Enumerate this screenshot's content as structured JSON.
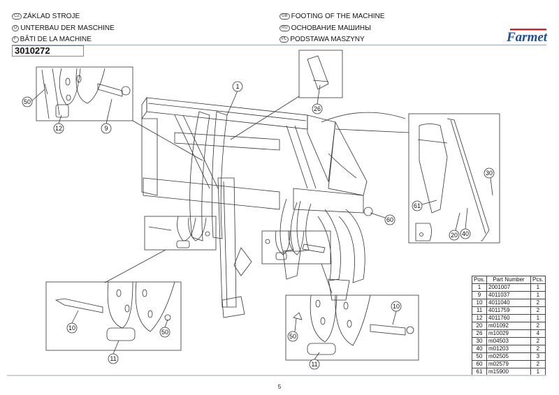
{
  "header": {
    "titles": [
      {
        "lang": "CZ",
        "text": "ZÁKLAD STROJE"
      },
      {
        "lang": "D",
        "text": "UNTERBAU DER MASCHINE"
      },
      {
        "lang": "F",
        "text": "BÂTI DE LA MACHINE"
      },
      {
        "lang": "GB",
        "text": "FOOTING OF THE MACHINE"
      },
      {
        "lang": "RU",
        "text": "ОСНОВАНИЕ МАШИНЫ"
      },
      {
        "lang": "PL",
        "text": "PODSTAWA MASZYNY"
      }
    ],
    "assembly_code": "3010272",
    "logo_text": "Farmet",
    "logo_colors": {
      "red": "#d2232a",
      "blue": "#1f4e9c"
    }
  },
  "diagram": {
    "callouts": [
      "1",
      "9",
      "10",
      "10",
      "11",
      "11",
      "12",
      "20",
      "26",
      "30",
      "40",
      "50",
      "50",
      "50",
      "60",
      "61"
    ]
  },
  "parts_table": {
    "headers": [
      "Pos.",
      "Part Number",
      "Pcs."
    ],
    "rows": [
      {
        "pos": "1",
        "part": "2001007",
        "pcs": "1"
      },
      {
        "pos": "9",
        "part": "4011037",
        "pcs": "1"
      },
      {
        "pos": "10",
        "part": "4011040",
        "pcs": "2"
      },
      {
        "pos": "11",
        "part": "4011759",
        "pcs": "2"
      },
      {
        "pos": "12",
        "part": "4011760",
        "pcs": "1"
      },
      {
        "pos": "20",
        "part": "m01092",
        "pcs": "2"
      },
      {
        "pos": "26",
        "part": "m10029",
        "pcs": "4"
      },
      {
        "pos": "30",
        "part": "m04503",
        "pcs": "2"
      },
      {
        "pos": "40",
        "part": "m01203",
        "pcs": "2"
      },
      {
        "pos": "50",
        "part": "m02505",
        "pcs": "3"
      },
      {
        "pos": "60",
        "part": "m02579",
        "pcs": "2"
      },
      {
        "pos": "61",
        "part": "m15900",
        "pcs": "1"
      }
    ]
  },
  "footer": {
    "page_number": "5"
  }
}
